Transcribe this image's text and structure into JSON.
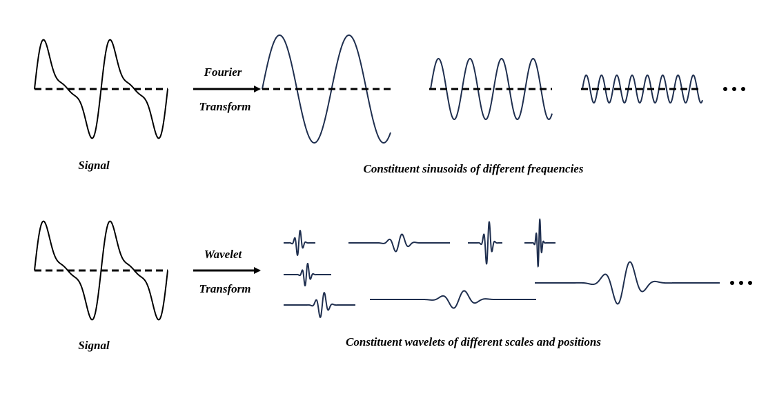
{
  "colors": {
    "signal": "#000000",
    "component": "#1f2f4f",
    "axis": "#000000",
    "arrow": "#000000"
  },
  "fourier_row": {
    "signal_label": "Signal",
    "arrow_label_top": "Fourier",
    "arrow_label_bottom": "Transform",
    "components_caption": "Constituent sinusoids of different frequencies",
    "ellipsis": "•••"
  },
  "wavelet_row": {
    "signal_label": "Signal",
    "arrow_label_top": "Wavelet",
    "arrow_label_bottom": "Transform",
    "components_caption": "Constituent wavelets of different scales and positions",
    "ellipsis": "•••"
  }
}
